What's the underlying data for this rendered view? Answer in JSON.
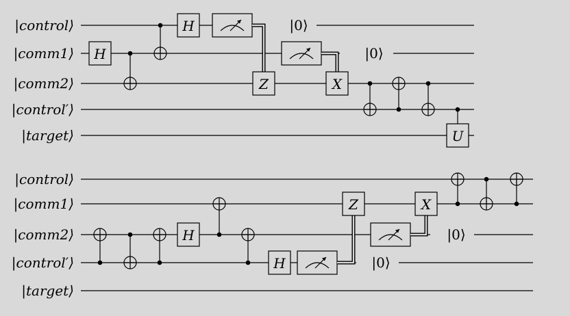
{
  "diagram": {
    "colors": {
      "background": "#d9d9d9",
      "line": "#000000",
      "box_fill": "#d9d9d9"
    },
    "ket_zero": "|0⟩",
    "circuits": [
      {
        "wires": [
          {
            "id": "control",
            "label": "|control⟩"
          },
          {
            "id": "comm1",
            "label": "|comm1⟩"
          },
          {
            "id": "comm2",
            "label": "|comm2⟩"
          },
          {
            "id": "controlp",
            "label": "|control′⟩"
          },
          {
            "id": "target",
            "label": "|target⟩"
          }
        ],
        "gates": [
          {
            "type": "box",
            "symbol": "H",
            "wire": "comm1"
          },
          {
            "type": "cnot",
            "control": "comm1",
            "target": "comm2"
          },
          {
            "type": "cnot",
            "control": "control",
            "target": "comm1"
          },
          {
            "type": "box",
            "symbol": "H",
            "wire": "control"
          },
          {
            "type": "measure",
            "wire": "control"
          },
          {
            "type": "classical_box",
            "symbol": "Z",
            "from": "control",
            "wire": "comm2"
          },
          {
            "type": "measure",
            "wire": "comm1"
          },
          {
            "type": "classical_box",
            "symbol": "X",
            "from": "comm1",
            "wire": "comm2"
          },
          {
            "type": "cnot",
            "control": "comm2",
            "target": "controlp"
          },
          {
            "type": "cnot",
            "control": "controlp",
            "target": "comm2"
          },
          {
            "type": "cnot",
            "control": "comm2",
            "target": "controlp"
          },
          {
            "type": "controlled_box",
            "symbol": "U",
            "control": "controlp",
            "wire": "target"
          }
        ],
        "resets": [
          {
            "wire": "control"
          },
          {
            "wire": "comm1"
          }
        ]
      },
      {
        "wires": [
          {
            "id": "control",
            "label": "|control⟩"
          },
          {
            "id": "comm1",
            "label": "|comm1⟩"
          },
          {
            "id": "comm2",
            "label": "|comm2⟩"
          },
          {
            "id": "controlp",
            "label": "|control′⟩"
          },
          {
            "id": "target",
            "label": "|target⟩"
          }
        ],
        "gates": [
          {
            "type": "cnot",
            "control": "controlp",
            "target": "comm2"
          },
          {
            "type": "cnot",
            "control": "comm2",
            "target": "controlp"
          },
          {
            "type": "cnot",
            "control": "controlp",
            "target": "comm2"
          },
          {
            "type": "box",
            "symbol": "H",
            "wire": "comm2"
          },
          {
            "type": "cnot",
            "control": "comm2",
            "target": "comm1"
          },
          {
            "type": "cnot",
            "control": "controlp",
            "target": "comm2"
          },
          {
            "type": "box",
            "symbol": "H",
            "wire": "controlp"
          },
          {
            "type": "measure",
            "wire": "controlp"
          },
          {
            "type": "classical_box",
            "symbol": "Z",
            "from": "controlp",
            "wire": "comm1"
          },
          {
            "type": "measure",
            "wire": "comm2"
          },
          {
            "type": "classical_box",
            "symbol": "X",
            "from": "comm2",
            "wire": "comm1"
          },
          {
            "type": "cnot",
            "control": "comm1",
            "target": "control"
          },
          {
            "type": "cnot",
            "control": "control",
            "target": "comm1"
          },
          {
            "type": "cnot",
            "control": "comm1",
            "target": "control"
          }
        ],
        "resets": [
          {
            "wire": "comm2"
          },
          {
            "wire": "controlp"
          }
        ]
      }
    ]
  }
}
